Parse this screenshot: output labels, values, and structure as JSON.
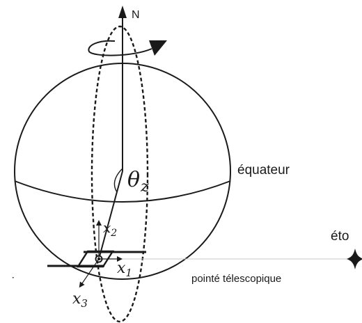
{
  "labels": {
    "north": "N",
    "theta": "θ",
    "theta_sub": "z",
    "equator": "équateur",
    "star": "éto",
    "pointing": "pointé télescopique",
    "x1": "x",
    "x1_sub": "1",
    "x2": "x",
    "x2_sub": "2",
    "x3": "x",
    "x3_sub": "3"
  },
  "colors": {
    "stroke": "#1a1a1a",
    "background": "#ffffff",
    "pointing_line": "#c8c8c8"
  },
  "icons": {
    "rotation": "curved-arrow-icon",
    "star": "four-point-star-icon"
  }
}
